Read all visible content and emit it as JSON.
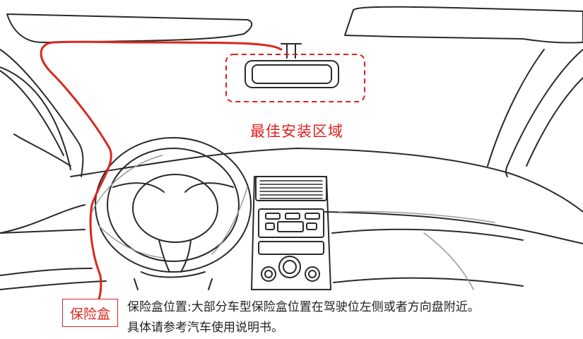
{
  "labels": {
    "install_zone": "最佳安装区域",
    "fuse_box": "保险盒",
    "note_line1": "保险盒位置:大部分车型保险盒位置在驾驶位左侧或者方向盘附近。",
    "note_line2": "具体请参考汽车使用说明书。"
  },
  "colors": {
    "accent": "#e02020",
    "line": "#2a2a2a",
    "light_line": "#9a9a9a"
  }
}
